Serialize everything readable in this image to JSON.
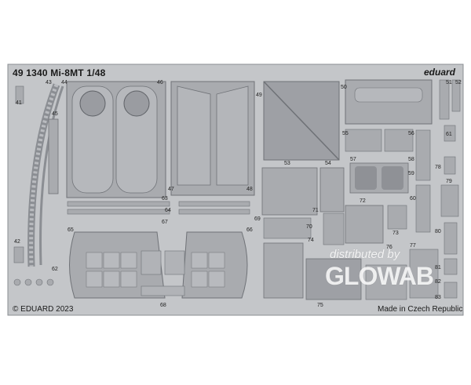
{
  "fret": {
    "title": "49 1340   Mi-8MT 1/48",
    "brand": "eduard",
    "copyright": "© EDUARD 2023",
    "origin": "Made in Czech Republic",
    "base_color": "#c4c6c9",
    "part_color": "#a9abaf",
    "line_color": "#6f7277"
  },
  "watermark": {
    "line1": "distributed by",
    "line2": "GLOWAB"
  },
  "part_numbers": [
    "41",
    "42",
    "43",
    "44",
    "45",
    "46",
    "47",
    "48",
    "49",
    "50",
    "51",
    "52",
    "53",
    "54",
    "55",
    "56",
    "57",
    "58",
    "59",
    "60",
    "61",
    "62",
    "63",
    "64",
    "65",
    "66",
    "67",
    "68",
    "69",
    "70",
    "71",
    "72",
    "73",
    "74",
    "75",
    "76",
    "77",
    "78",
    "79",
    "80",
    "81",
    "82",
    "83"
  ]
}
